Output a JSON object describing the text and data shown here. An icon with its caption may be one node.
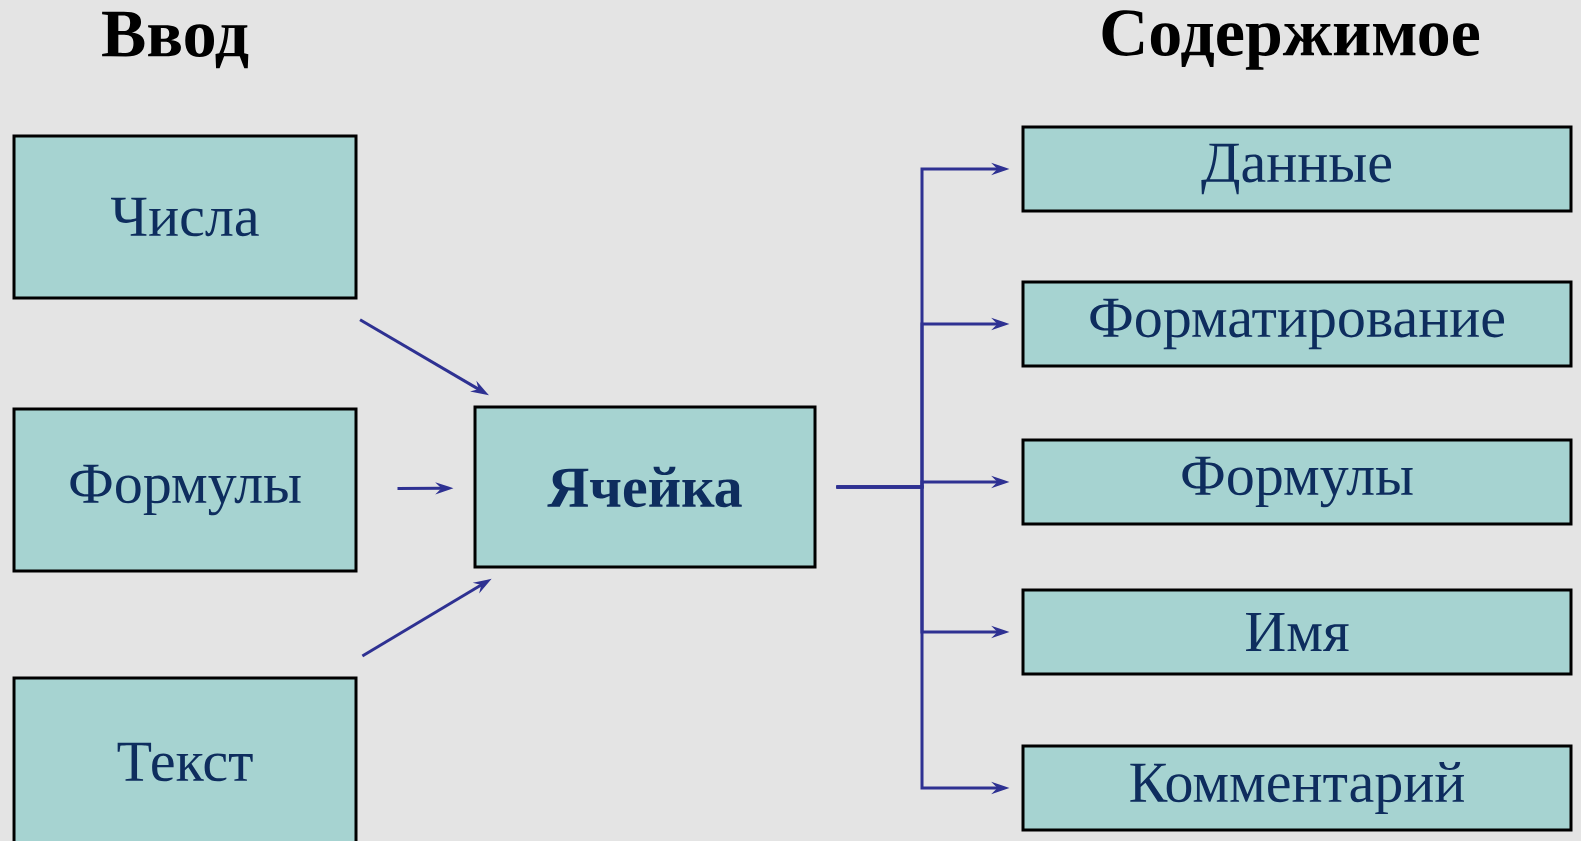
{
  "diagram": {
    "nodes": [
      {
        "text": [
          "Числа"
        ]
      },
      {
        "text": [
          "Формулы"
        ]
      },
      {
        "text": [
          "Текст"
        ]
      },
      {
        "text": [
          "Ячейка"
        ]
      },
      {
        "text": [
          "Данные"
        ]
      },
      {
        "text": [
          "Форматирование"
        ]
      },
      {
        "text": [
          "Формулы"
        ]
      },
      {
        "text": [
          "Имя"
        ]
      },
      {
        "text": [
          "Комментарий"
        ]
      }
    ],
    "edges": [
      {
        "from": 0,
        "to": 3,
        "arrow": "to"
      },
      {
        "from": 1,
        "to": 3,
        "arrow": "to"
      },
      {
        "from": 2,
        "to": 3,
        "arrow": "to"
      },
      {
        "from": 3,
        "to": 4,
        "arrow": "to"
      },
      {
        "from": 3,
        "to": 5,
        "arrow": "to"
      },
      {
        "from": 3,
        "to": 6,
        "arrow": "to"
      },
      {
        "from": 3,
        "to": 7,
        "arrow": "to"
      },
      {
        "from": 3,
        "to": 8,
        "arrow": "to"
      }
    ],
    "labels": [
      "Ввод",
      "Содержимое"
    ]
  }
}
